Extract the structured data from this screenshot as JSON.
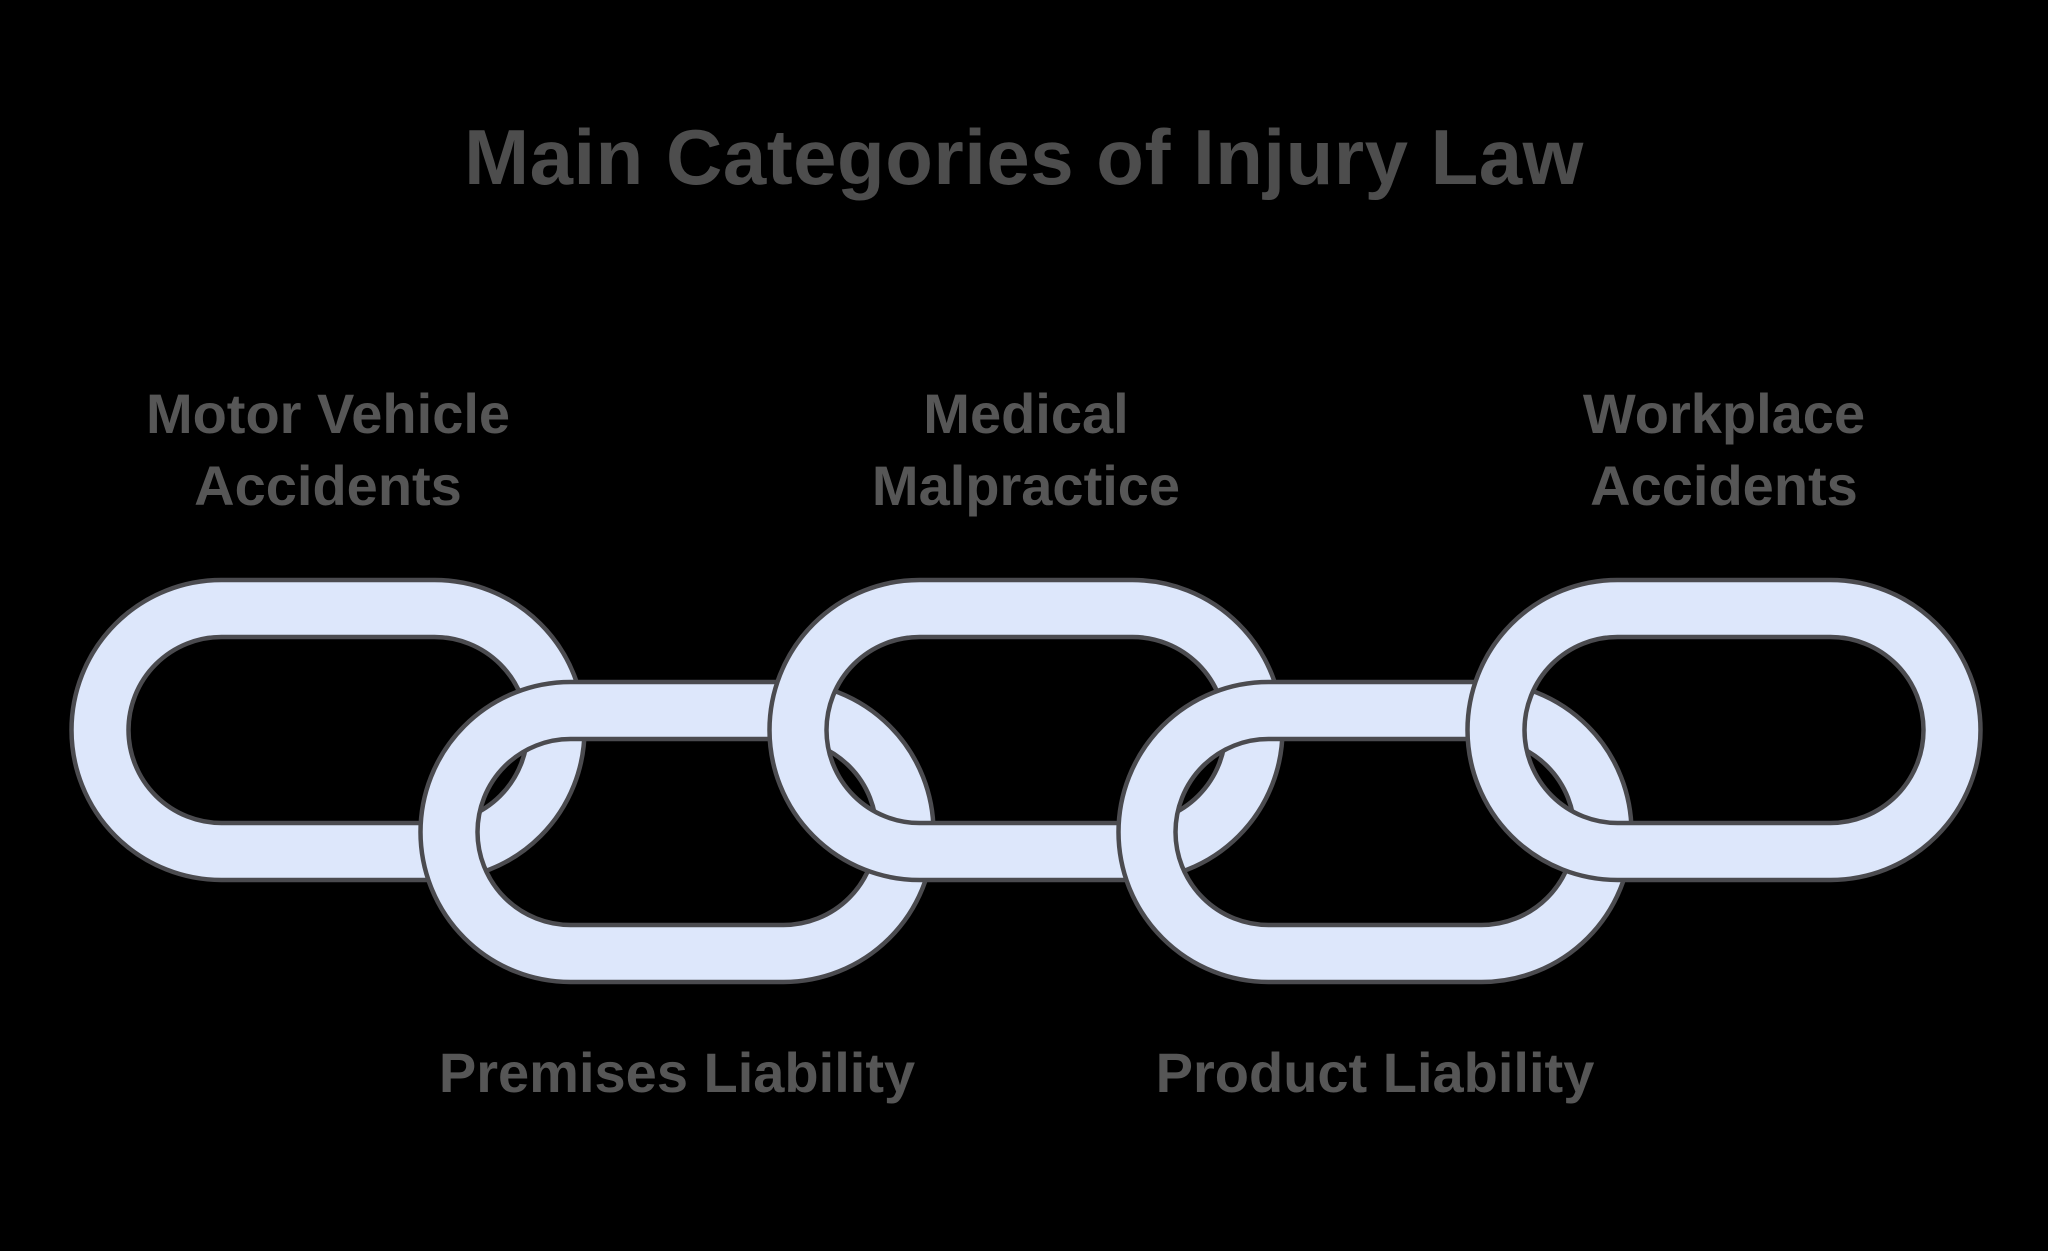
{
  "diagram": {
    "title": "Main Categories of Injury Law",
    "categories": [
      {
        "id": "motor-vehicle-accidents",
        "label": "Motor Vehicle Accidents",
        "row": "top"
      },
      {
        "id": "premises-liability",
        "label": "Premises Liability",
        "row": "bottom"
      },
      {
        "id": "medical-malpractice",
        "label": "Medical Malpractice",
        "row": "top"
      },
      {
        "id": "product-liability",
        "label": "Product Liability",
        "row": "bottom"
      },
      {
        "id": "workplace-accidents",
        "label": "Workplace Accidents",
        "row": "top"
      }
    ],
    "colors": {
      "background": "#000000",
      "link_fill": "#dde7fb",
      "link_stroke": "#4b4b4f",
      "title_text": "#4d4d4d",
      "label_text": "#565656"
    }
  }
}
